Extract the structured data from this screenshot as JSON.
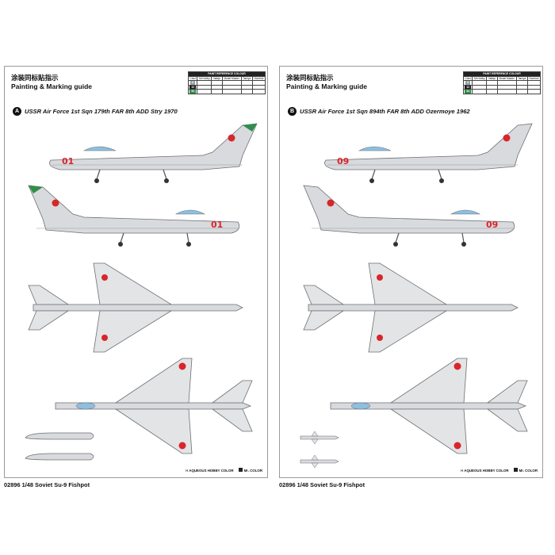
{
  "sheets": [
    {
      "title_cn": "涂装同标贴指示",
      "title_en": "Painting & Marking guide",
      "variant_letter": "A",
      "variant_title": "USSR Air Force 1st Sqn 179th FAR 8th ADD Stry 1970",
      "side_number": "01",
      "footer": "02896 1/48 Soviet Su-9 Fishpot"
    },
    {
      "title_cn": "涂装同标贴指示",
      "title_en": "Painting & Marking guide",
      "variant_letter": "B",
      "variant_title": "USSR Air Force 1st Sqn 894th FAR 8th ADD Ozermoye 1962",
      "side_number": "09",
      "footer": "02896 1/48 Soviet Su-9 Fishpot"
    }
  ],
  "paint_ref": {
    "title": "PAINT REFERENCE COLOUR",
    "headers": [
      "Color",
      "Mr.Hobby",
      "Vallejo",
      "Model Master",
      "Tamiya",
      "Humbrol"
    ],
    "rows": [
      {
        "chip_color": "#9aa0a6",
        "chip_label": "8",
        "cols": [
          "",
          "",
          "",
          "",
          ""
        ]
      },
      {
        "chip_color": "#1a1a1a",
        "chip_label": "33",
        "cols": [
          "",
          "",
          "",
          "",
          ""
        ]
      },
      {
        "chip_color": "#2f8f4a",
        "chip_label": "64",
        "cols": [
          "",
          "",
          "",
          "",
          ""
        ]
      }
    ]
  },
  "legend": {
    "aqueous": "AQUEOUS HOBBY COLOR",
    "mr_color": "Mr. COLOR"
  },
  "colors": {
    "aluminium": "#d9dadd",
    "star_red": "#d8262b",
    "canopy_blue": "#8dbfe0",
    "nose_green": "#2f8f4a",
    "outline": "#6d6f73"
  }
}
